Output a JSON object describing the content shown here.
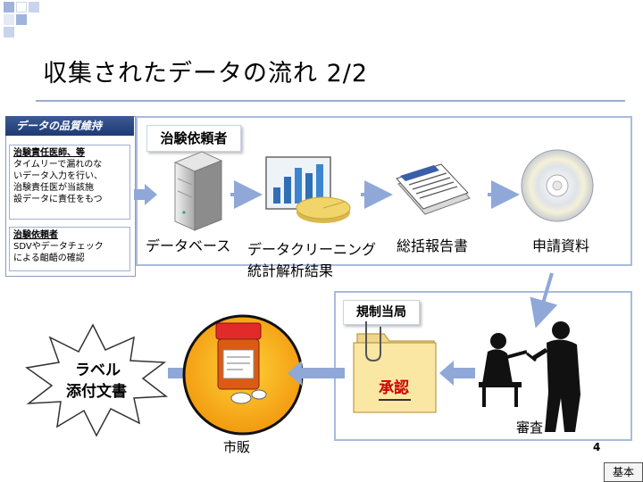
{
  "slide": {
    "title": "収集されたデータの流れ 2/2",
    "page_number": "4",
    "tag": "基本"
  },
  "sidebar": {
    "heading": "データの品質維持",
    "boxes": [
      {
        "heading": "治験責任医師、等",
        "body": [
          "タイムリーで漏れのな",
          "いデータ入力を行い、",
          "治験責任医が当該施",
          "設データに責任をもつ"
        ]
      },
      {
        "heading": "治験依頼者",
        "body": [
          "SDVやデータチェック",
          "による齟齬の確認"
        ]
      }
    ]
  },
  "sponsor": {
    "label": "治験依頼者",
    "steps": {
      "database": "データベース",
      "cleaning": "データクリーニング",
      "analysis": "統計解析結果",
      "report": "総括報告書",
      "application": "申請資料"
    }
  },
  "regulator": {
    "label": "規制当局",
    "approval": "承認",
    "review": "審査"
  },
  "market": {
    "burst_lines": [
      "ラベル",
      "添付文書"
    ],
    "label": "市販"
  },
  "colors": {
    "accent_blue": "#1e3a74",
    "frame": "#a9bbdc",
    "arrow": "#8fa8d8",
    "approval_red": "#cc0000",
    "sun_orange": "#f6a21a"
  }
}
